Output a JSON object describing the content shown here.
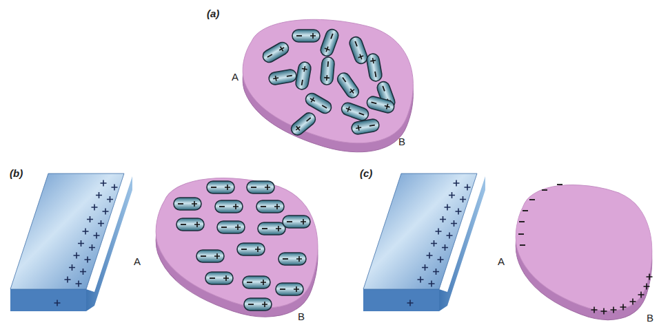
{
  "diagram": {
    "labels": [
      "(a)",
      "A",
      "B",
      "(b)",
      "A",
      "B",
      "(c)",
      "A",
      "B"
    ]
  }
}
